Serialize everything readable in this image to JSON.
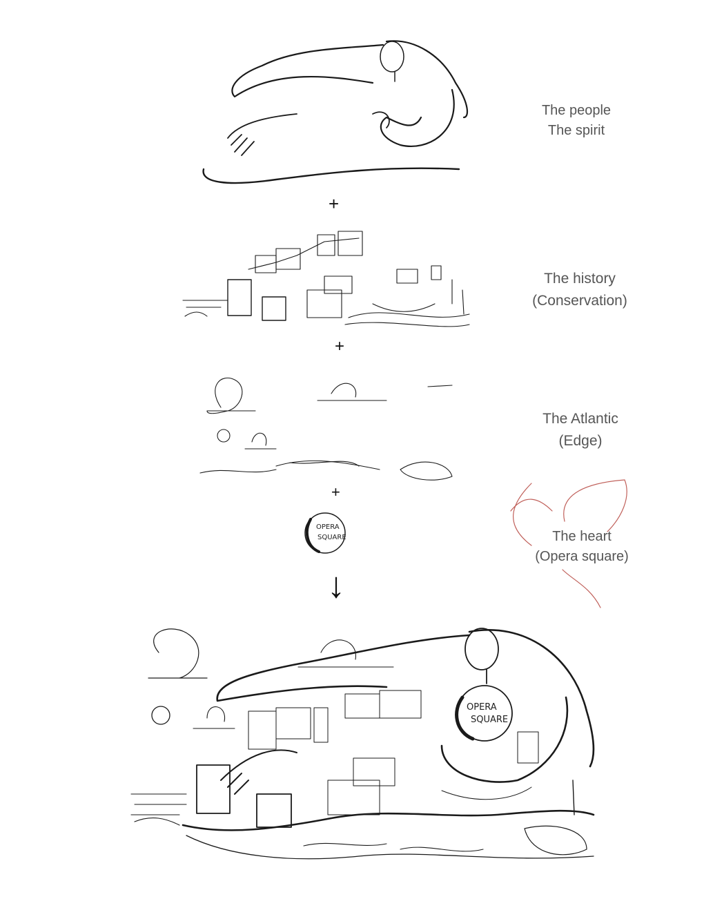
{
  "labels": {
    "people": [
      "The people",
      "The spirit"
    ],
    "history": [
      "The history",
      "(Conservation)"
    ],
    "atlantic": [
      "The Atlantic",
      "(Edge)"
    ],
    "heart": [
      "The heart",
      "(Opera square)"
    ]
  },
  "operators": {
    "plus": "+",
    "arrow": "↓"
  },
  "badge": {
    "line1": "OPERA",
    "line2": "SQUARE"
  },
  "colors": {
    "ink": "#1a1a1a",
    "text": "#555555",
    "heart": "#c0605a"
  }
}
